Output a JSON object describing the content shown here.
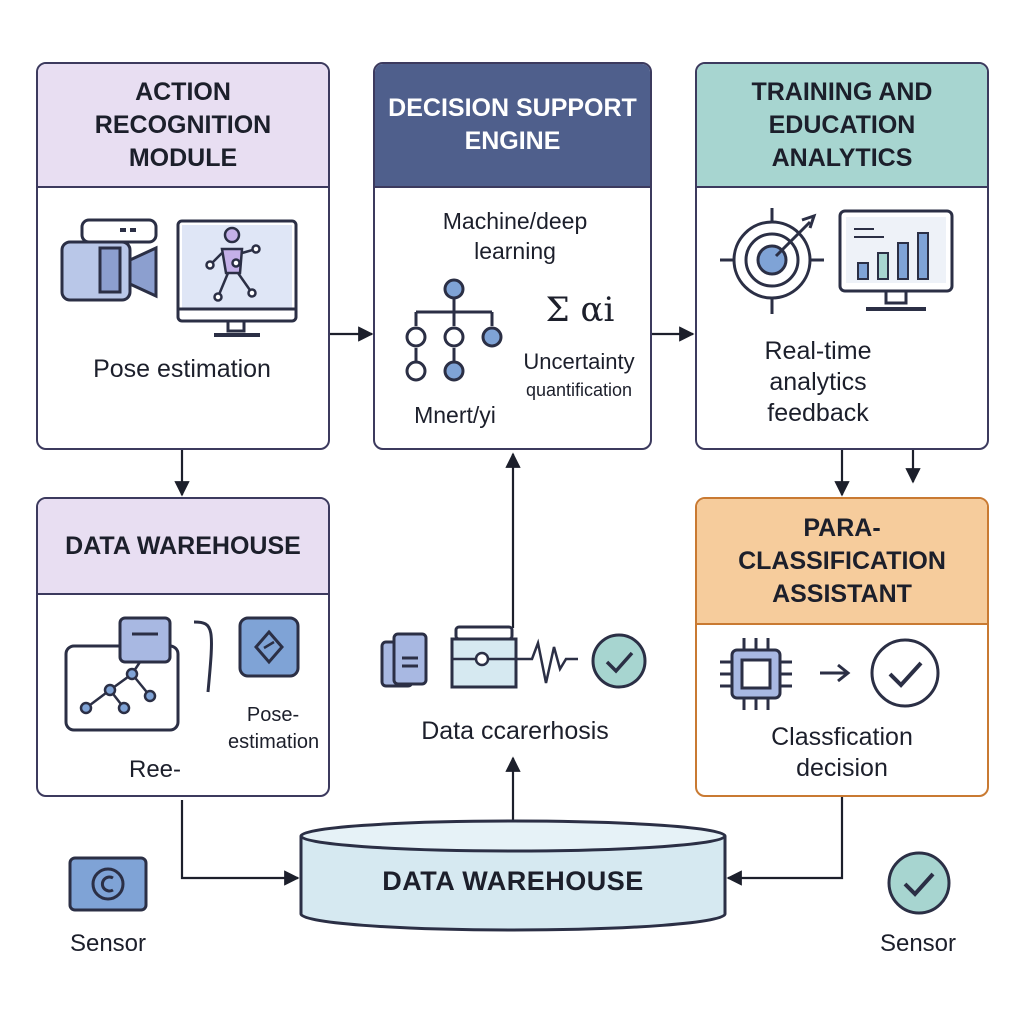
{
  "modules": {
    "action_recognition": {
      "title": "ACTION RECOGNITION MODULE",
      "caption": "Pose estimation",
      "header_color": "#e8def2"
    },
    "decision_support": {
      "title": "DECISION SUPPORT ENGINE",
      "subtitle": "Machine/deep learning",
      "formula": "Σ αi",
      "uncertainty_line1": "Uncertainty",
      "uncertainty_line2": "quantification",
      "caption": "Mnert/yi",
      "header_color": "#4f5f8c"
    },
    "training_analytics": {
      "title": "TRAINING AND EDUCATION ANALYTICS",
      "caption": "Real-time analytics feedback",
      "header_color": "#a7d5d0"
    },
    "data_warehouse_card": {
      "title": "DATA WAREHOUSE",
      "caption_right": "Pose-estimation",
      "caption_bottom": "Ree-",
      "header_color": "#e8def2"
    },
    "para_classification": {
      "title": "PARA-CLASSIFICATION ASSISTANT",
      "caption": "Classfication decision",
      "header_color": "#f6cc9c"
    }
  },
  "center": {
    "caption": "Data ccarerhosis"
  },
  "warehouse_cylinder": {
    "label": "DATA WAREHOUSE",
    "fill_color": "#d6e9f1"
  },
  "sensors": {
    "left": {
      "label": "Sensor",
      "icon": "copyright-sensor-icon"
    },
    "right": {
      "label": "Sensor",
      "icon": "check-sensor-icon"
    }
  }
}
